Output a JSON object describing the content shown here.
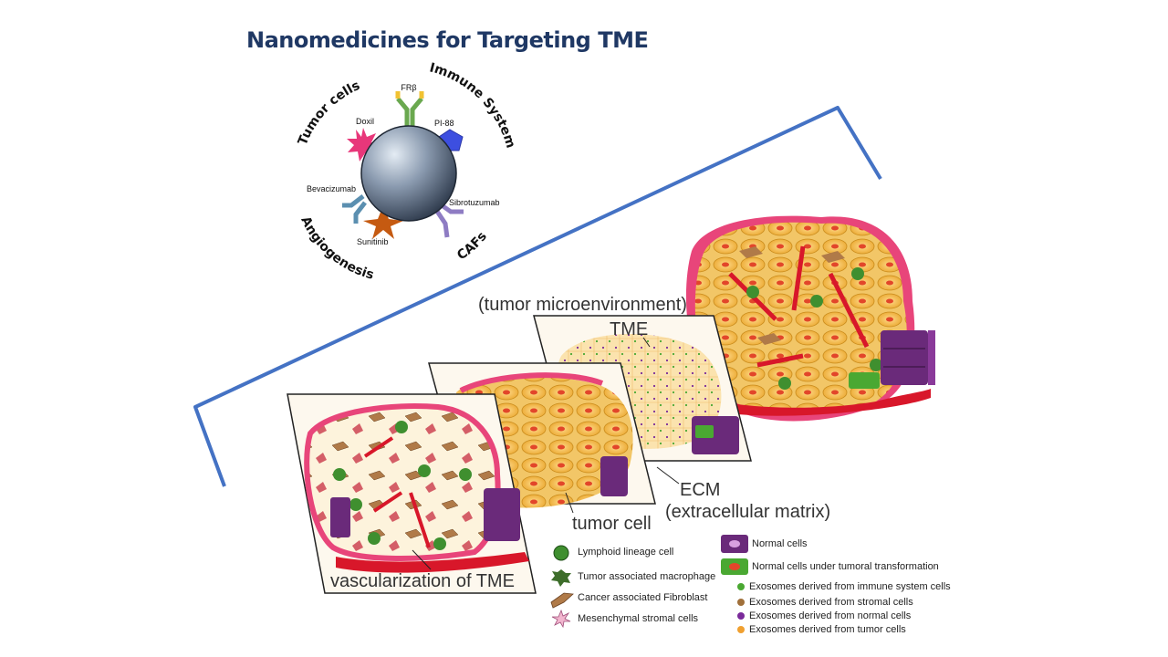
{
  "title": "Nanomedicines for Targeting TME",
  "nanoparticle": {
    "arc_labels": {
      "tumor_cells": "Tumor cells",
      "immune_system": "Immune System",
      "cafs": "CAFs",
      "angiogenesis": "Angiogenesis"
    },
    "ligands": {
      "frb": "FRβ",
      "pi88": "PI-88",
      "doxil": "Doxil",
      "bevacizumab": "Bevacizumab",
      "sibrotuzumab": "Sibrotuzumab",
      "sunitinib": "Sunitinib"
    }
  },
  "panels": {
    "tumor_microenvironment": "(tumor microenvironment)",
    "tme": "TME",
    "ecm": "ECM",
    "extracellular_matrix": "(extracellular matrix)",
    "tumor_cell": "tumor cell",
    "vascularization": "vascularization of TME"
  },
  "legend_left": [
    {
      "label": "Lymphoid lineage cell",
      "icon": "lymphoid-cell-icon"
    },
    {
      "label": "Tumor associated macrophage",
      "icon": "macrophage-icon"
    },
    {
      "label": "Cancer associated Fibroblast",
      "icon": "fibroblast-icon"
    },
    {
      "label": "Mesenchymal stromal cells",
      "icon": "stromal-cell-icon"
    }
  ],
  "legend_right": [
    {
      "label": "Normal cells",
      "color": "#6a2a7a"
    },
    {
      "label": "Normal cells under tumoral transformation",
      "color": "#4aa832"
    },
    {
      "label": "Exosomes derived from immune system cells",
      "color": "#4aa832"
    },
    {
      "label": "Exosomes derived from stromal cells",
      "color": "#a0703a"
    },
    {
      "label": "Exosomes derived from normal cells",
      "color": "#7a2a9a"
    },
    {
      "label": "Exosomes derived from tumor cells",
      "color": "#f0a030"
    }
  ],
  "colors": {
    "title": "#1f3864",
    "bracket": "#4472c4",
    "tumor_cell": "#f4b93c",
    "vessel": "#d8172a",
    "normal_cell": "#6a2a7a"
  }
}
